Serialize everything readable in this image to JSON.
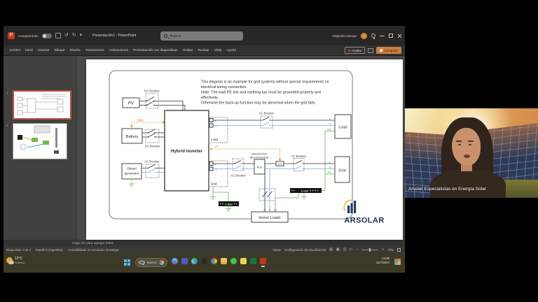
{
  "titlebar": {
    "autosave": "Autoguardado",
    "title": "Presentación1 - PowerPoint",
    "search": "Buscar",
    "user": "Alejandro Monge"
  },
  "menu": {
    "tabs": [
      "Archivo",
      "Inicio",
      "Insertar",
      "Dibujar",
      "Diseño",
      "Transiciones",
      "Animaciones",
      "Presentación con diapositivas",
      "Grabar",
      "Revisar",
      "Vista",
      "Ayuda"
    ],
    "record": "Grabar",
    "share": "Compartir"
  },
  "thumbs": {
    "n1": "1",
    "n2": "2"
  },
  "notes_placeholder": "Haga clic para agregar notas",
  "status": {
    "slide": "Diapositiva 1 de 2",
    "lang": "Español (Argentina)",
    "accessibility": "Accesibilidad: es necesario investigar",
    "notes": "Notas",
    "display": "Configuración de visualización",
    "zoom": "73%"
  },
  "taskbar": {
    "temp": "12°C",
    "cond": "Soleado",
    "search": "Buscar",
    "time": "14:35",
    "date": "11/7/2024"
  },
  "webcam": {
    "caption": "Arsolar Especialistas en Energía Solar"
  },
  "diagram": {
    "notes": [
      "This diagram is an example for grid systems without special requirements on",
      "electrical wiring connection.",
      "Note: The load PE line and earthing bar must be grounded properly and",
      "effectively.",
      "Otherwise the back-up function may be abnormal when the grid fails."
    ],
    "pv": "PV",
    "battery": "Battery",
    "diesel1": "Diesel",
    "diesel2": "generator",
    "inverter": "Hybrid Inverter",
    "load_box": "Load",
    "grid_box": "Grid",
    "home_loads": "Home Loads",
    "dc_breaker": "DC Breaker",
    "ac_breaker": "AC Breaker",
    "bms": "BMS",
    "ct": "CT",
    "rcd1": "300mA RCD",
    "rcd2": "(Recommended)",
    "rcd": "RCD",
    "ebar": "E-BAR",
    "load_port": "Load",
    "grid_port": "Grid",
    "L": "L",
    "N": "N",
    "PE": "PE",
    "logo": "ARSOLAR"
  }
}
